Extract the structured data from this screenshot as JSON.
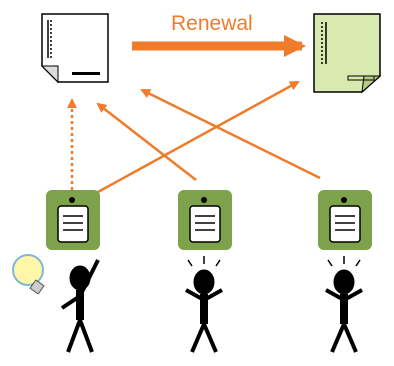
{
  "diagram": {
    "arrow_label": "Renewal",
    "colors": {
      "arrow": "#f07b2a",
      "doc_white": "#ffffff",
      "doc_green": "#d9eab0",
      "note_tile": "#7ea14b"
    },
    "nodes": [
      {
        "id": "old-document",
        "icon": "document-icon"
      },
      {
        "id": "renewed-document",
        "icon": "green-document-icon"
      },
      {
        "id": "note-left",
        "icon": "note-icon"
      },
      {
        "id": "note-middle",
        "icon": "note-icon"
      },
      {
        "id": "note-right",
        "icon": "note-icon"
      },
      {
        "id": "person-left",
        "icon": "stick-figure-with-lightbulb-icon"
      },
      {
        "id": "person-middle",
        "icon": "confused-stick-figure-icon"
      },
      {
        "id": "person-right",
        "icon": "confused-stick-figure-icon"
      }
    ],
    "edges": [
      {
        "from": "old-document",
        "to": "renewed-document",
        "style": "thick",
        "label": "Renewal"
      },
      {
        "from": "note-left",
        "to": "old-document",
        "style": "dotted"
      },
      {
        "from": "note-left",
        "to": "renewed-document",
        "style": "solid"
      },
      {
        "from": "note-middle",
        "to": "old-document",
        "style": "solid"
      },
      {
        "from": "note-right",
        "to": "old-document",
        "style": "solid"
      }
    ]
  }
}
